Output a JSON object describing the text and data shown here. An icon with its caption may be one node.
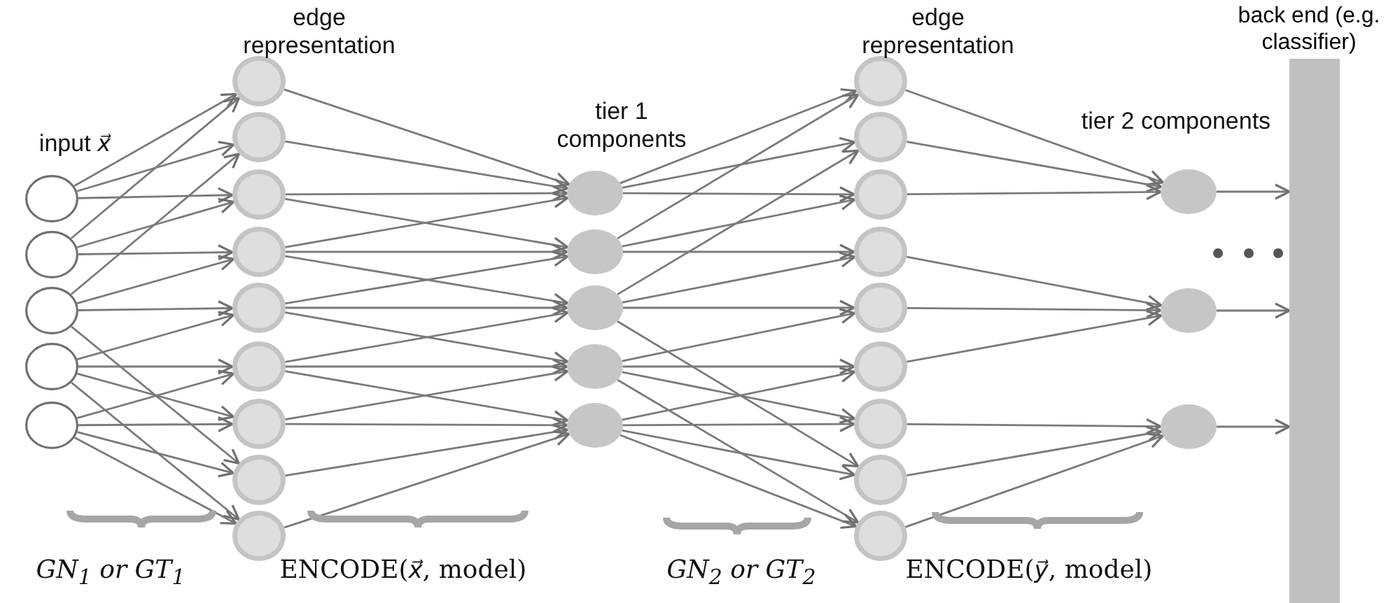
{
  "diagram": {
    "nodes": [
      {
        "text": [],
        "shape": "circle"
      },
      {
        "text": [],
        "shape": "circle"
      },
      {
        "text": [],
        "shape": "circle"
      },
      {
        "text": [],
        "shape": "circle"
      },
      {
        "text": [],
        "shape": "circle"
      },
      {
        "text": [],
        "shape": "circle"
      },
      {
        "text": [],
        "shape": "circle"
      },
      {
        "text": [],
        "shape": "circle"
      },
      {
        "text": [],
        "shape": "circle"
      },
      {
        "text": [],
        "shape": "circle"
      },
      {
        "text": [],
        "shape": "circle"
      },
      {
        "text": [],
        "shape": "circle"
      },
      {
        "text": [],
        "shape": "circle"
      },
      {
        "text": [],
        "shape": "circle"
      },
      {
        "text": [],
        "shape": "circle"
      },
      {
        "text": [],
        "shape": "circle"
      },
      {
        "text": [],
        "shape": "circle"
      },
      {
        "text": [],
        "shape": "circle"
      },
      {
        "text": [],
        "shape": "circle"
      },
      {
        "text": [],
        "shape": "circle"
      },
      {
        "text": [],
        "shape": "circle"
      },
      {
        "text": [],
        "shape": "circle"
      },
      {
        "text": [],
        "shape": "circle"
      },
      {
        "text": [],
        "shape": "circle"
      },
      {
        "text": [],
        "shape": "circle"
      },
      {
        "text": [],
        "shape": "circle"
      },
      {
        "text": [],
        "shape": "circle"
      },
      {
        "text": [],
        "shape": "circle"
      },
      {
        "text": [],
        "shape": "circle"
      },
      {
        "text": [],
        "shape": "circle"
      },
      {
        "text": [],
        "shape": "circle"
      },
      {
        "text": [
          "back end (e.g. classifier)"
        ]
      }
    ],
    "edges": [
      {
        "from": 0,
        "to": 5,
        "arrow": "to"
      },
      {
        "from": 0,
        "to": 6,
        "arrow": "to"
      },
      {
        "from": 0,
        "to": 7,
        "arrow": "to"
      },
      {
        "from": 1,
        "to": 5,
        "arrow": "to"
      },
      {
        "from": 1,
        "to": 7,
        "arrow": "to"
      },
      {
        "from": 1,
        "to": 8,
        "arrow": "to"
      },
      {
        "from": 2,
        "to": 6,
        "arrow": "to"
      },
      {
        "from": 2,
        "to": 8,
        "arrow": "to"
      },
      {
        "from": 2,
        "to": 9,
        "arrow": "to"
      },
      {
        "from": 2,
        "to": 12,
        "arrow": "to"
      },
      {
        "from": 3,
        "to": 9,
        "arrow": "to"
      },
      {
        "from": 3,
        "to": 10,
        "arrow": "to"
      },
      {
        "from": 3,
        "to": 11,
        "arrow": "to"
      },
      {
        "from": 3,
        "to": 13,
        "arrow": "to"
      },
      {
        "from": 4,
        "to": 10,
        "arrow": "to"
      },
      {
        "from": 4,
        "to": 11,
        "arrow": "to"
      },
      {
        "from": 4,
        "to": 12,
        "arrow": "to"
      },
      {
        "from": 4,
        "to": 13,
        "arrow": "to"
      },
      {
        "from": 5,
        "to": 14,
        "arrow": "to"
      },
      {
        "from": 6,
        "to": 14,
        "arrow": "to"
      },
      {
        "from": 7,
        "to": 14,
        "arrow": "to"
      },
      {
        "from": 7,
        "to": 15,
        "arrow": "to"
      },
      {
        "from": 8,
        "to": 14,
        "arrow": "to"
      },
      {
        "from": 8,
        "to": 15,
        "arrow": "to"
      },
      {
        "from": 8,
        "to": 16,
        "arrow": "to"
      },
      {
        "from": 9,
        "to": 15,
        "arrow": "to"
      },
      {
        "from": 9,
        "to": 16,
        "arrow": "to"
      },
      {
        "from": 9,
        "to": 17,
        "arrow": "to"
      },
      {
        "from": 10,
        "to": 16,
        "arrow": "to"
      },
      {
        "from": 10,
        "to": 17,
        "arrow": "to"
      },
      {
        "from": 10,
        "to": 18,
        "arrow": "to"
      },
      {
        "from": 11,
        "to": 17,
        "arrow": "to"
      },
      {
        "from": 11,
        "to": 18,
        "arrow": "to"
      },
      {
        "from": 12,
        "to": 18,
        "arrow": "to"
      },
      {
        "from": 13,
        "to": 18,
        "arrow": "to"
      },
      {
        "from": 14,
        "to": 19,
        "arrow": "to"
      },
      {
        "from": 14,
        "to": 20,
        "arrow": "to"
      },
      {
        "from": 14,
        "to": 21,
        "arrow": "to"
      },
      {
        "from": 15,
        "to": 19,
        "arrow": "to"
      },
      {
        "from": 15,
        "to": 21,
        "arrow": "to"
      },
      {
        "from": 15,
        "to": 22,
        "arrow": "to"
      },
      {
        "from": 16,
        "to": 20,
        "arrow": "to"
      },
      {
        "from": 16,
        "to": 22,
        "arrow": "to"
      },
      {
        "from": 16,
        "to": 23,
        "arrow": "to"
      },
      {
        "from": 16,
        "to": 26,
        "arrow": "to"
      },
      {
        "from": 17,
        "to": 23,
        "arrow": "to"
      },
      {
        "from": 17,
        "to": 24,
        "arrow": "to"
      },
      {
        "from": 17,
        "to": 25,
        "arrow": "to"
      },
      {
        "from": 17,
        "to": 27,
        "arrow": "to"
      },
      {
        "from": 18,
        "to": 24,
        "arrow": "to"
      },
      {
        "from": 18,
        "to": 25,
        "arrow": "to"
      },
      {
        "from": 18,
        "to": 26,
        "arrow": "to"
      },
      {
        "from": 18,
        "to": 27,
        "arrow": "to"
      },
      {
        "from": 19,
        "to": 28,
        "arrow": "to"
      },
      {
        "from": 20,
        "to": 28,
        "arrow": "to"
      },
      {
        "from": 21,
        "to": 28,
        "arrow": "to"
      },
      {
        "from": 22,
        "to": 29,
        "arrow": "to"
      },
      {
        "from": 23,
        "to": 29,
        "arrow": "to"
      },
      {
        "from": 24,
        "to": 29,
        "arrow": "to"
      },
      {
        "from": 25,
        "to": 30,
        "arrow": "to"
      },
      {
        "from": 26,
        "to": 30,
        "arrow": "to"
      },
      {
        "from": 27,
        "to": 30,
        "arrow": "to"
      },
      {
        "from": 28,
        "to": 31,
        "arrow": "to"
      },
      {
        "from": 29,
        "to": 31,
        "arrow": "to"
      },
      {
        "from": 30,
        "to": 31,
        "arrow": "to"
      }
    ],
    "labels": [
      "edge representation",
      "edge representation",
      "input *x⃗*",
      "tier 1 components",
      "tier 2 components",
      "GN$_{1}$ or GT$_{1}$",
      "ENCODE(*x⃗*, model)",
      "GN$_{2}$ or GT$_{2}$",
      "ENCODE(*y⃗*, model)"
    ]
  }
}
